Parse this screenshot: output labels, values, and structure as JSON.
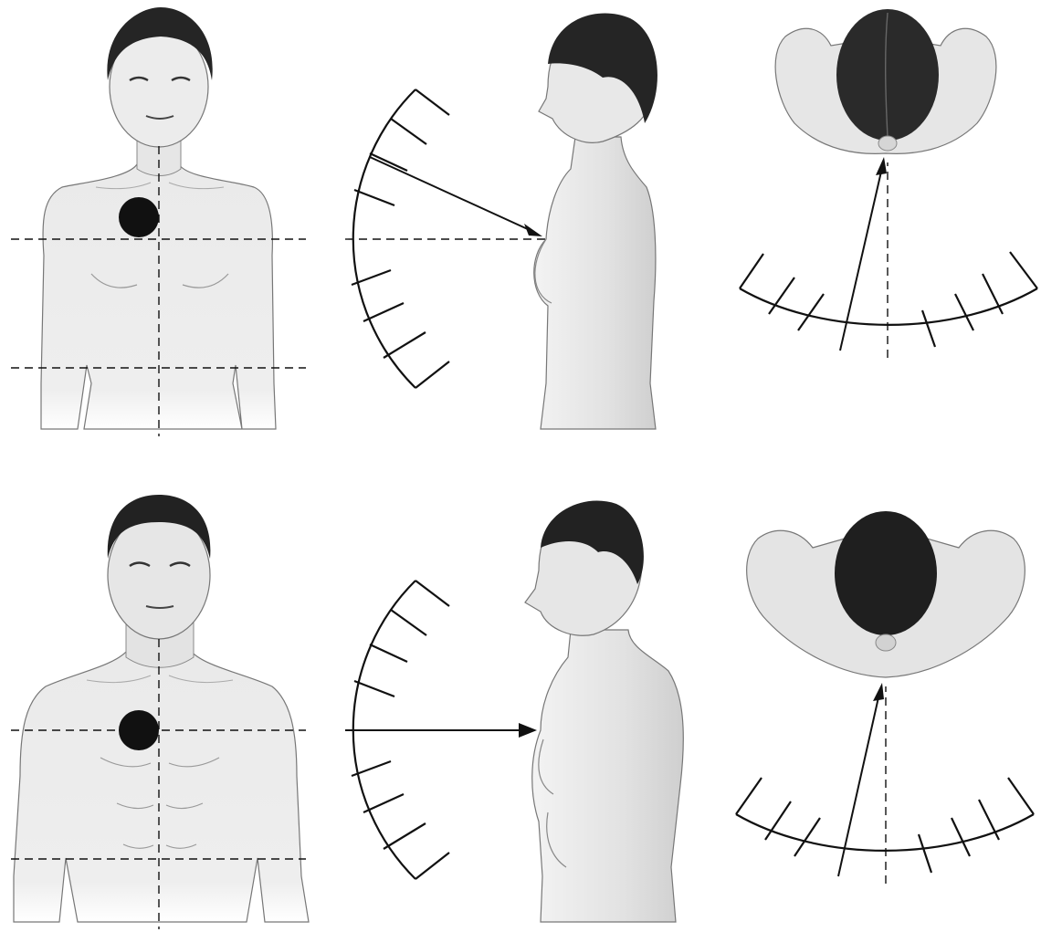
{
  "figure": {
    "rows": [
      {
        "subject": "female",
        "views": [
          "anterior",
          "lateral",
          "superior"
        ],
        "marker": "chest-point",
        "lateral_arrow_angle": "downward",
        "superior_arrow_angle": "offset-left"
      },
      {
        "subject": "male",
        "views": [
          "anterior",
          "lateral",
          "superior"
        ],
        "marker": "chest-point",
        "lateral_arrow_angle": "horizontal",
        "superior_arrow_angle": "offset-left"
      }
    ],
    "ink_color": "#111111",
    "skin_fill": "#e9e9e9",
    "hair_fill": "#2a2a2a",
    "background": "#ffffff"
  }
}
